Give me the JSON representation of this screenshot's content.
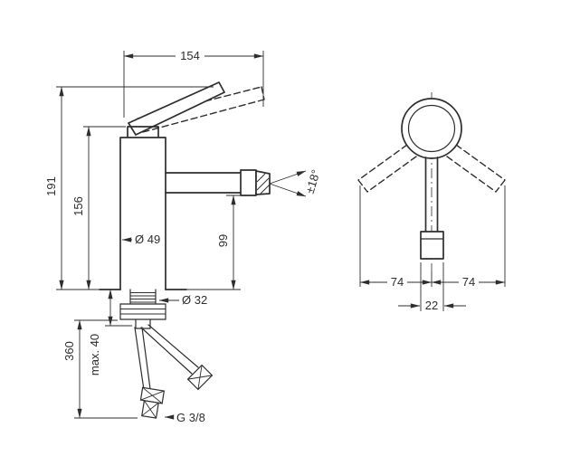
{
  "colors": {
    "ink": "#2e2e2e",
    "bg": "#ffffff"
  },
  "front_view": {
    "dims": {
      "reach": "154",
      "total_height": "191",
      "body_height": "156",
      "body_diameter": "Ø 49",
      "spout_height": "99",
      "aerator_angle": "±18°",
      "shank_diameter": "Ø 32",
      "hose_length": "360",
      "max_mounting": "max. 40",
      "thread": "G 3/8"
    }
  },
  "top_view": {
    "dims": {
      "swing_left": "74",
      "swing_right": "74",
      "spout_width": "22"
    }
  }
}
